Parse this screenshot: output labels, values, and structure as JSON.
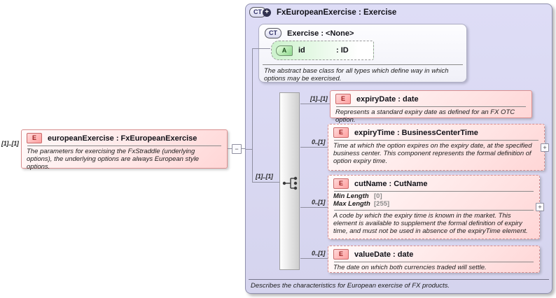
{
  "colors": {
    "container_fill": "#dcdbf4",
    "container_border": "#9090ae",
    "element_fill_light": "#fffafa",
    "element_fill_dark": "#ffd6d6",
    "element_border": "#d98f8f",
    "attribute_green": "#8ed88e",
    "badge_red_text": "#9c1f1f",
    "line_gray": "#8f8fa0"
  },
  "icons": {
    "expand_glyph": "+",
    "collapse_glyph": "−",
    "sequence_icon": "sequence-compositor"
  },
  "source_element": {
    "cardinality": "[1]..[1]",
    "badge": "E",
    "title": "europeanExercise : FxEuropeanExercise",
    "annotation": "The parameters for exercising the FxStraddle (underlying options), the underlying options are always European style options."
  },
  "complex_type": {
    "badge": "CT",
    "title": "FxEuropeanExercise : Exercise",
    "annotation": "Describes the characteristics for European exercise of FX products.",
    "base_type": {
      "badge": "CT",
      "title": "Exercise : <None>",
      "annotation": "The abstract base class for all types which define way in which options may be exercised.",
      "attributes": [
        {
          "badge": "A",
          "name": "id",
          "type": ": ID"
        }
      ]
    },
    "sequence_cardinality": "[1]..[1]",
    "elements": [
      {
        "badge": "E",
        "cardinality": "[1]..[1]",
        "title": "expiryDate : date",
        "annotation": "Represents a standard expiry date as defined for an FX OTC option."
      },
      {
        "badge": "E",
        "cardinality": "0..[1]",
        "title": "expiryTime : BusinessCenterTime",
        "annotation": "Time at which the option expires on the expiry date, at the specified business center. This component represents the formal definition of option expiry time."
      },
      {
        "badge": "E",
        "cardinality": "0..[1]",
        "title": "cutName : CutName",
        "facets": [
          {
            "label": "Min Length",
            "value": "[0]"
          },
          {
            "label": "Max Length",
            "value": "[255]"
          }
        ],
        "annotation": "A code by which the expiry time is known in the market. This element is available to supplement the formal definition of expiry time, and must not be used in absence of the expiryTime element."
      },
      {
        "badge": "E",
        "cardinality": "0..[1]",
        "title": "valueDate : date",
        "annotation": "The date on which both currencies traded will settle."
      }
    ]
  }
}
